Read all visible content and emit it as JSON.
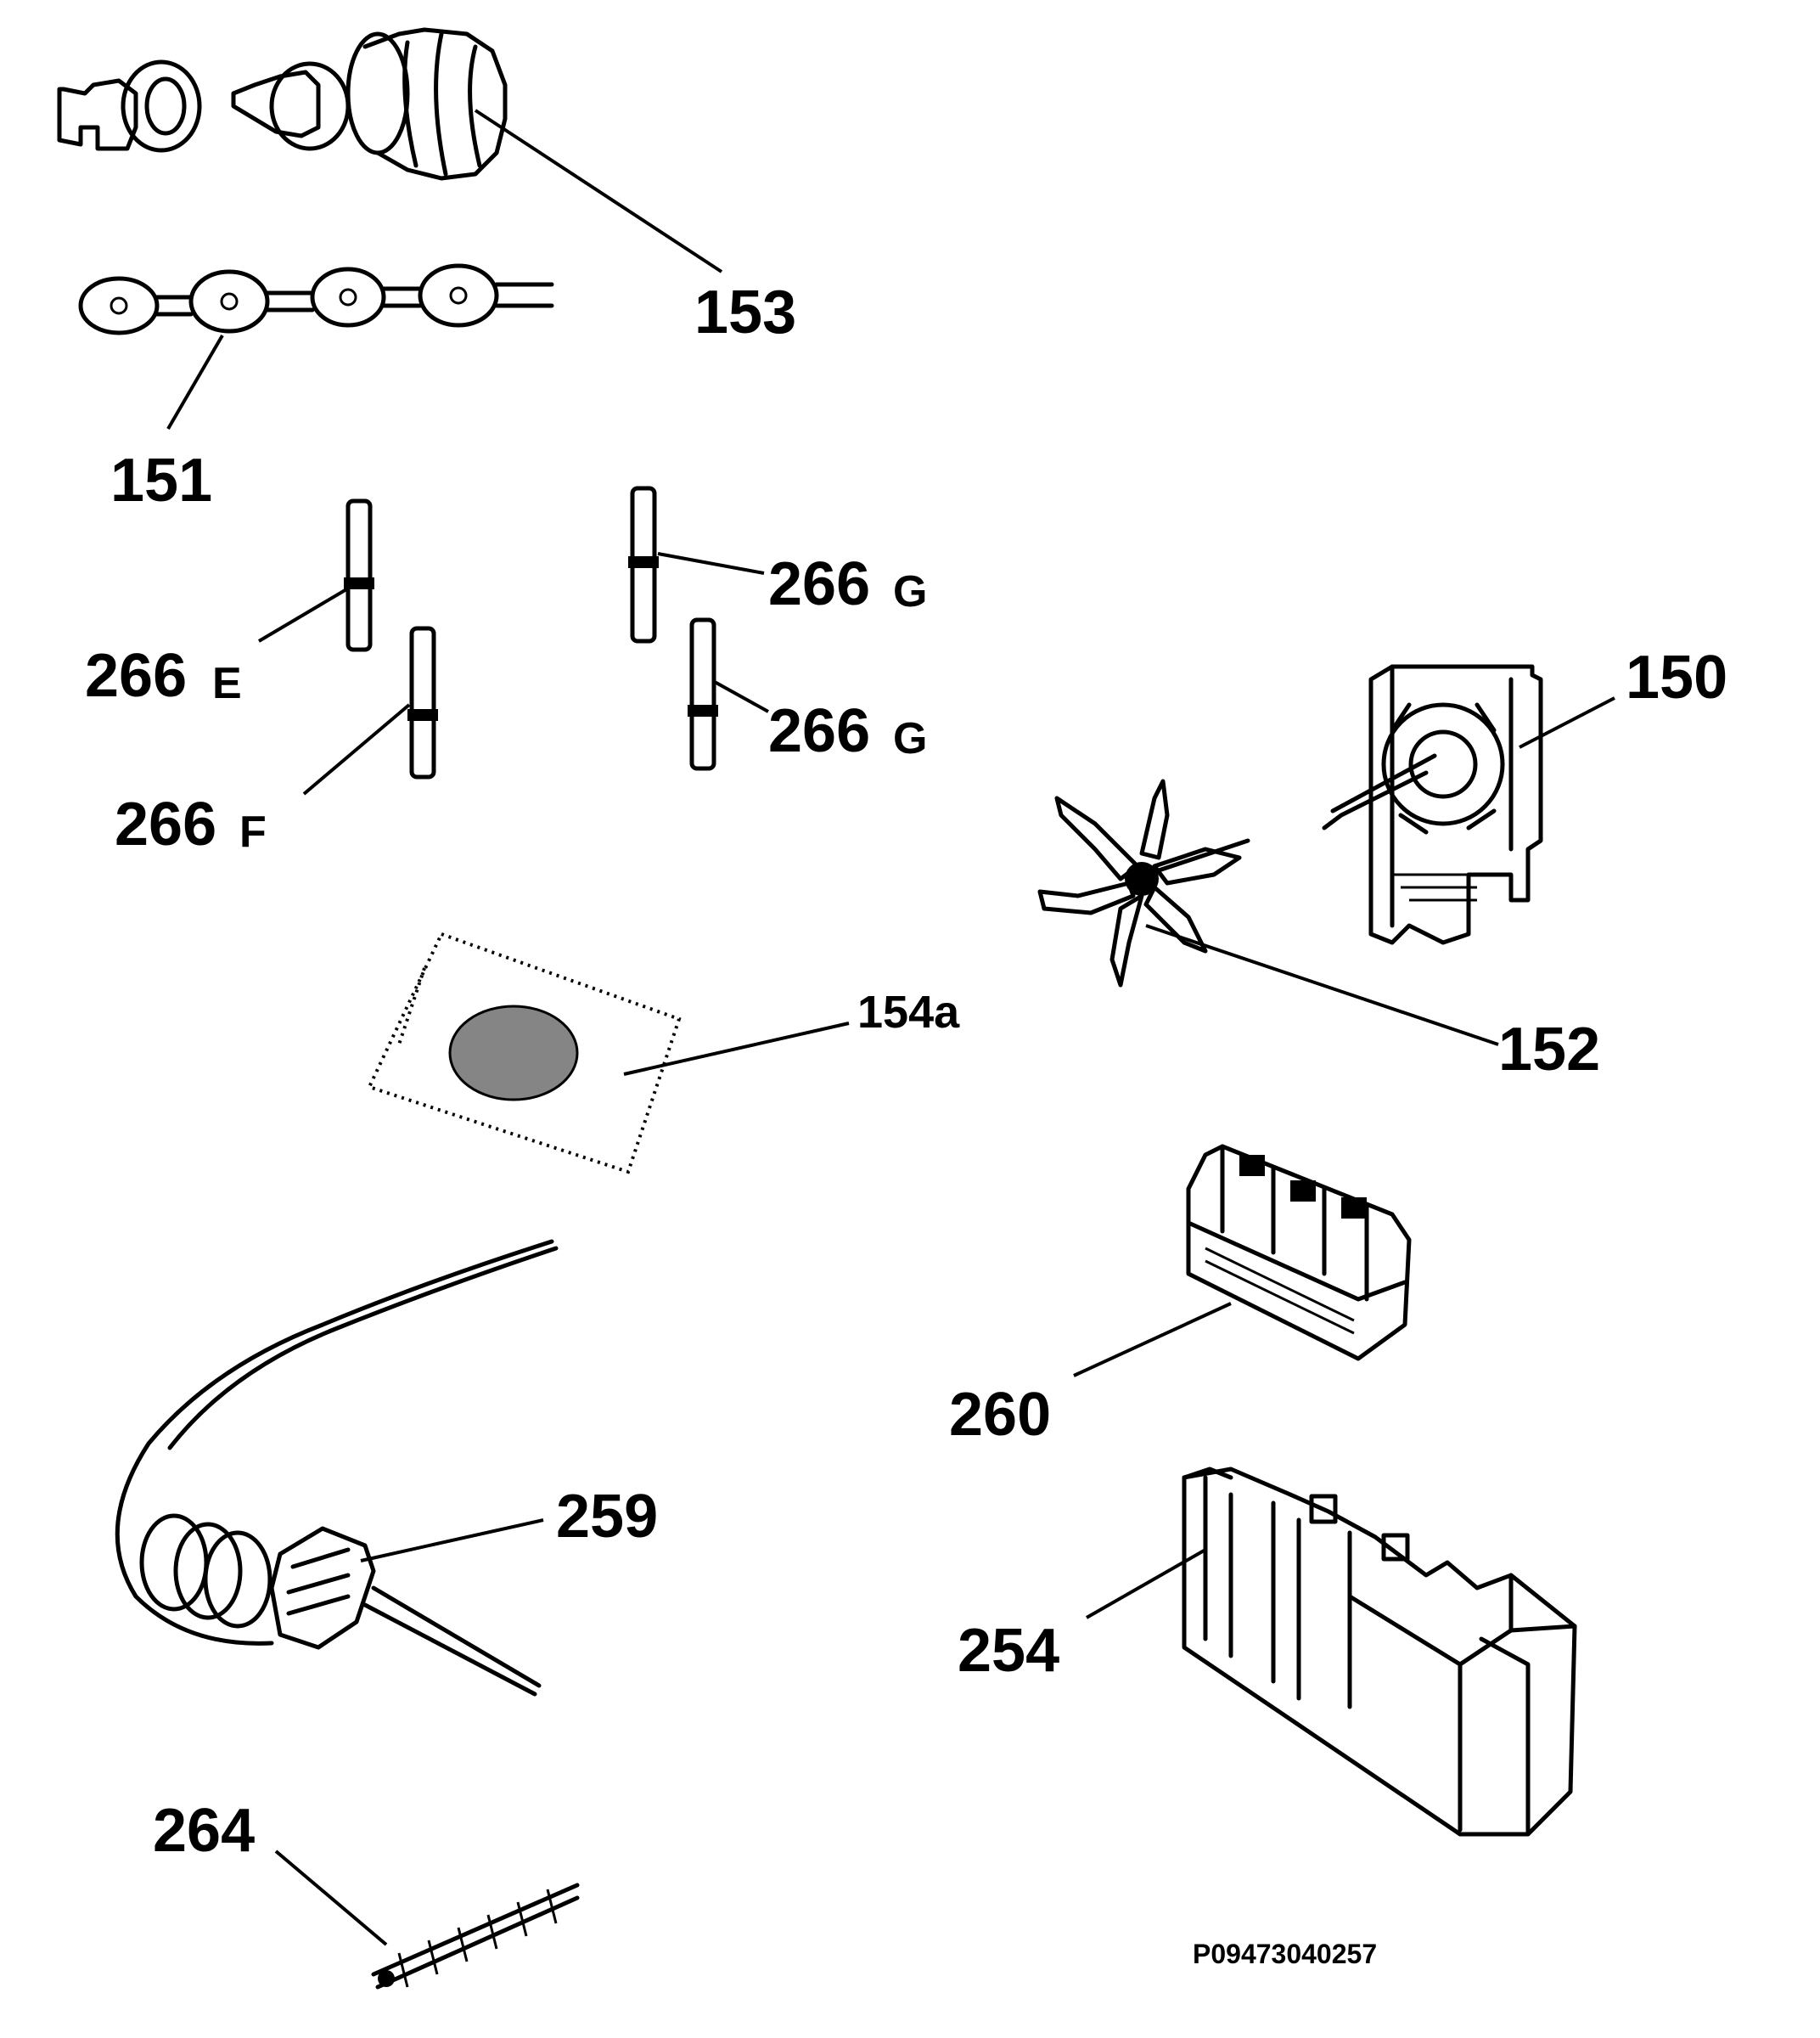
{
  "diagram": {
    "document_code": "P09473040257",
    "callouts": {
      "c153": "153",
      "c151": "151",
      "c266e_num": "266",
      "c266e_suffix": "E",
      "c266f_num": "266",
      "c266f_suffix": "F",
      "c266g1_num": "266",
      "c266g1_suffix": "G",
      "c266g2_num": "266",
      "c266g2_suffix": "G",
      "c150": "150",
      "c152": "152",
      "c154a": "154a",
      "c260": "260",
      "c259": "259",
      "c254": "254",
      "c264": "264"
    }
  }
}
